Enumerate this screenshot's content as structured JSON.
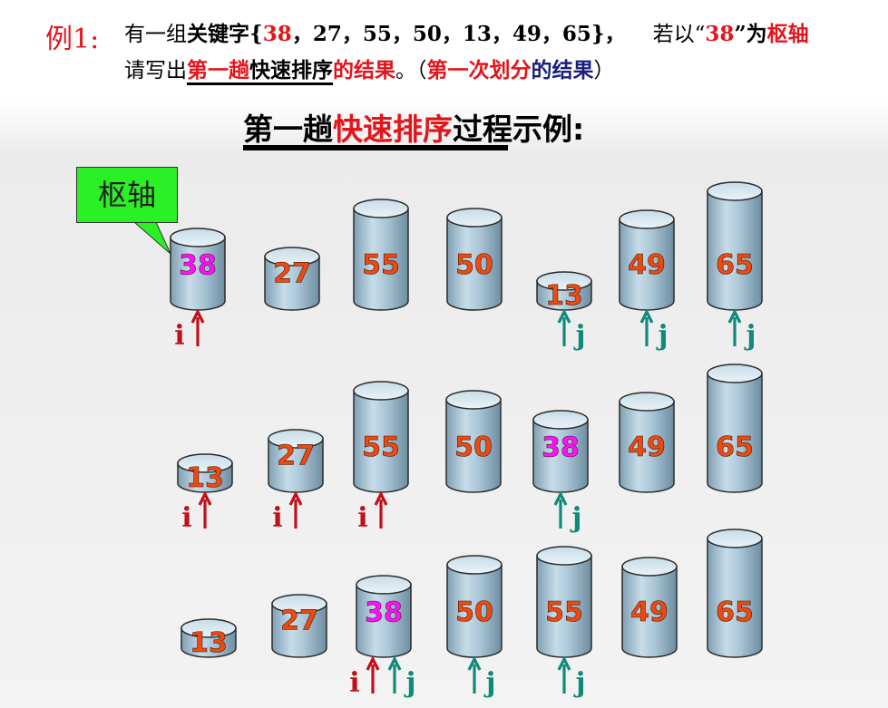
{
  "header": {
    "label": "例1:",
    "l1a": "有一组",
    "l1b": "关键字{",
    "l1c": "38",
    "l1d": "，27，55，50，13，49，65}，",
    "l1e": "若以“",
    "l1f": "38",
    "l1g": "”为",
    "l1h": "枢轴",
    "l2a": "请写出",
    "l2b": "第一趟",
    "l2c": "快速排序",
    "l2d": "的结果",
    "l2e": "。（",
    "l2f": "第一次划分",
    "l2g": "的结果",
    "l2h": "）"
  },
  "title": {
    "part1": "第一趟",
    "part2": "快速排序",
    "part3": "过程示例:"
  },
  "callout": {
    "label": "枢轴"
  },
  "colors": {
    "number": "#ee4a10",
    "pivot": "#ff11ff",
    "arrow_i": "#c0101a",
    "arrow_j": "#0f8a7a",
    "cylinder": "#a7c6d8"
  },
  "rows": [
    {
      "cells": [
        {
          "value": "38",
          "pivot": true
        },
        {
          "value": "27"
        },
        {
          "value": "55"
        },
        {
          "value": "50"
        },
        {
          "value": "13"
        },
        {
          "value": "49"
        },
        {
          "value": "65"
        }
      ],
      "arrows": [
        {
          "type": "i",
          "label": "i",
          "col": 0
        },
        {
          "type": "j",
          "label": "j",
          "col": 4
        },
        {
          "type": "j",
          "label": "j",
          "col": 5
        },
        {
          "type": "j",
          "label": "j",
          "col": 6
        }
      ]
    },
    {
      "cells": [
        {
          "value": "13"
        },
        {
          "value": "27"
        },
        {
          "value": "55"
        },
        {
          "value": "50"
        },
        {
          "value": "38",
          "pivot": true
        },
        {
          "value": "49"
        },
        {
          "value": "65"
        }
      ],
      "arrows": [
        {
          "type": "i",
          "label": "i",
          "col": 0
        },
        {
          "type": "i",
          "label": "i",
          "col": 1
        },
        {
          "type": "i",
          "label": "i",
          "col": 2
        },
        {
          "type": "j",
          "label": "j",
          "col": 4
        }
      ]
    },
    {
      "cells": [
        {
          "value": "13"
        },
        {
          "value": "27"
        },
        {
          "value": "38",
          "pivot": true
        },
        {
          "value": "50"
        },
        {
          "value": "55"
        },
        {
          "value": "49"
        },
        {
          "value": "65"
        }
      ],
      "arrows": [
        {
          "type": "i",
          "label": "i",
          "col": 2
        },
        {
          "type": "j",
          "label": "j",
          "col": 2
        },
        {
          "type": "j",
          "label": "j",
          "col": 3
        },
        {
          "type": "j",
          "label": "j",
          "col": 4
        }
      ]
    }
  ]
}
